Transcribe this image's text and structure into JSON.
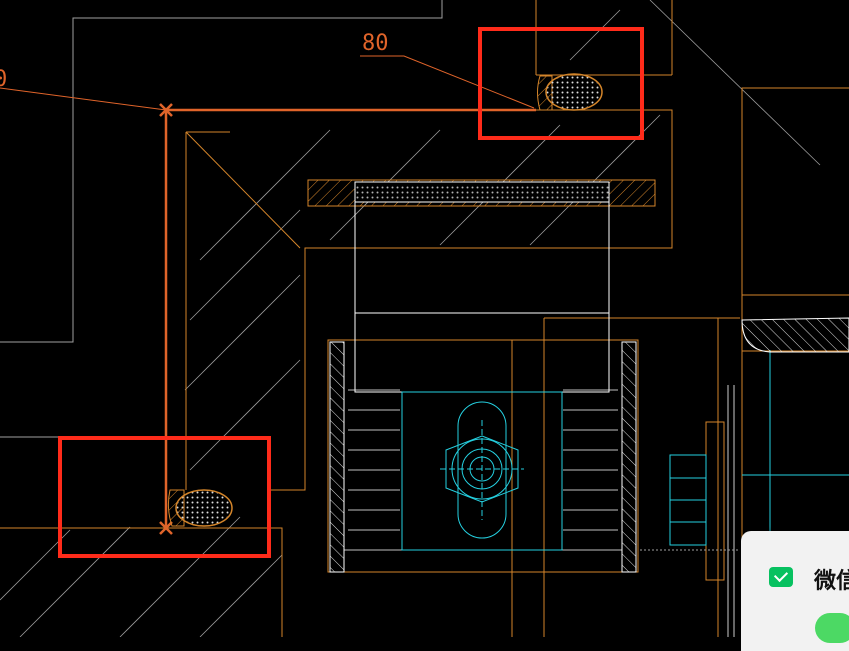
{
  "drawing": {
    "dimension_label": "80",
    "edge_partial_label": "0"
  },
  "notification": {
    "title": "微信",
    "icon": "wechat-icon"
  },
  "colors": {
    "background": "#000000",
    "orange_line": "#d4852a",
    "leader": "#e0642a",
    "highlight_box": "#ff2b1a",
    "cyan": "#25d0e0",
    "white": "#ffffff",
    "gray": "#a0a0a0",
    "wechat_green": "#07c160"
  }
}
